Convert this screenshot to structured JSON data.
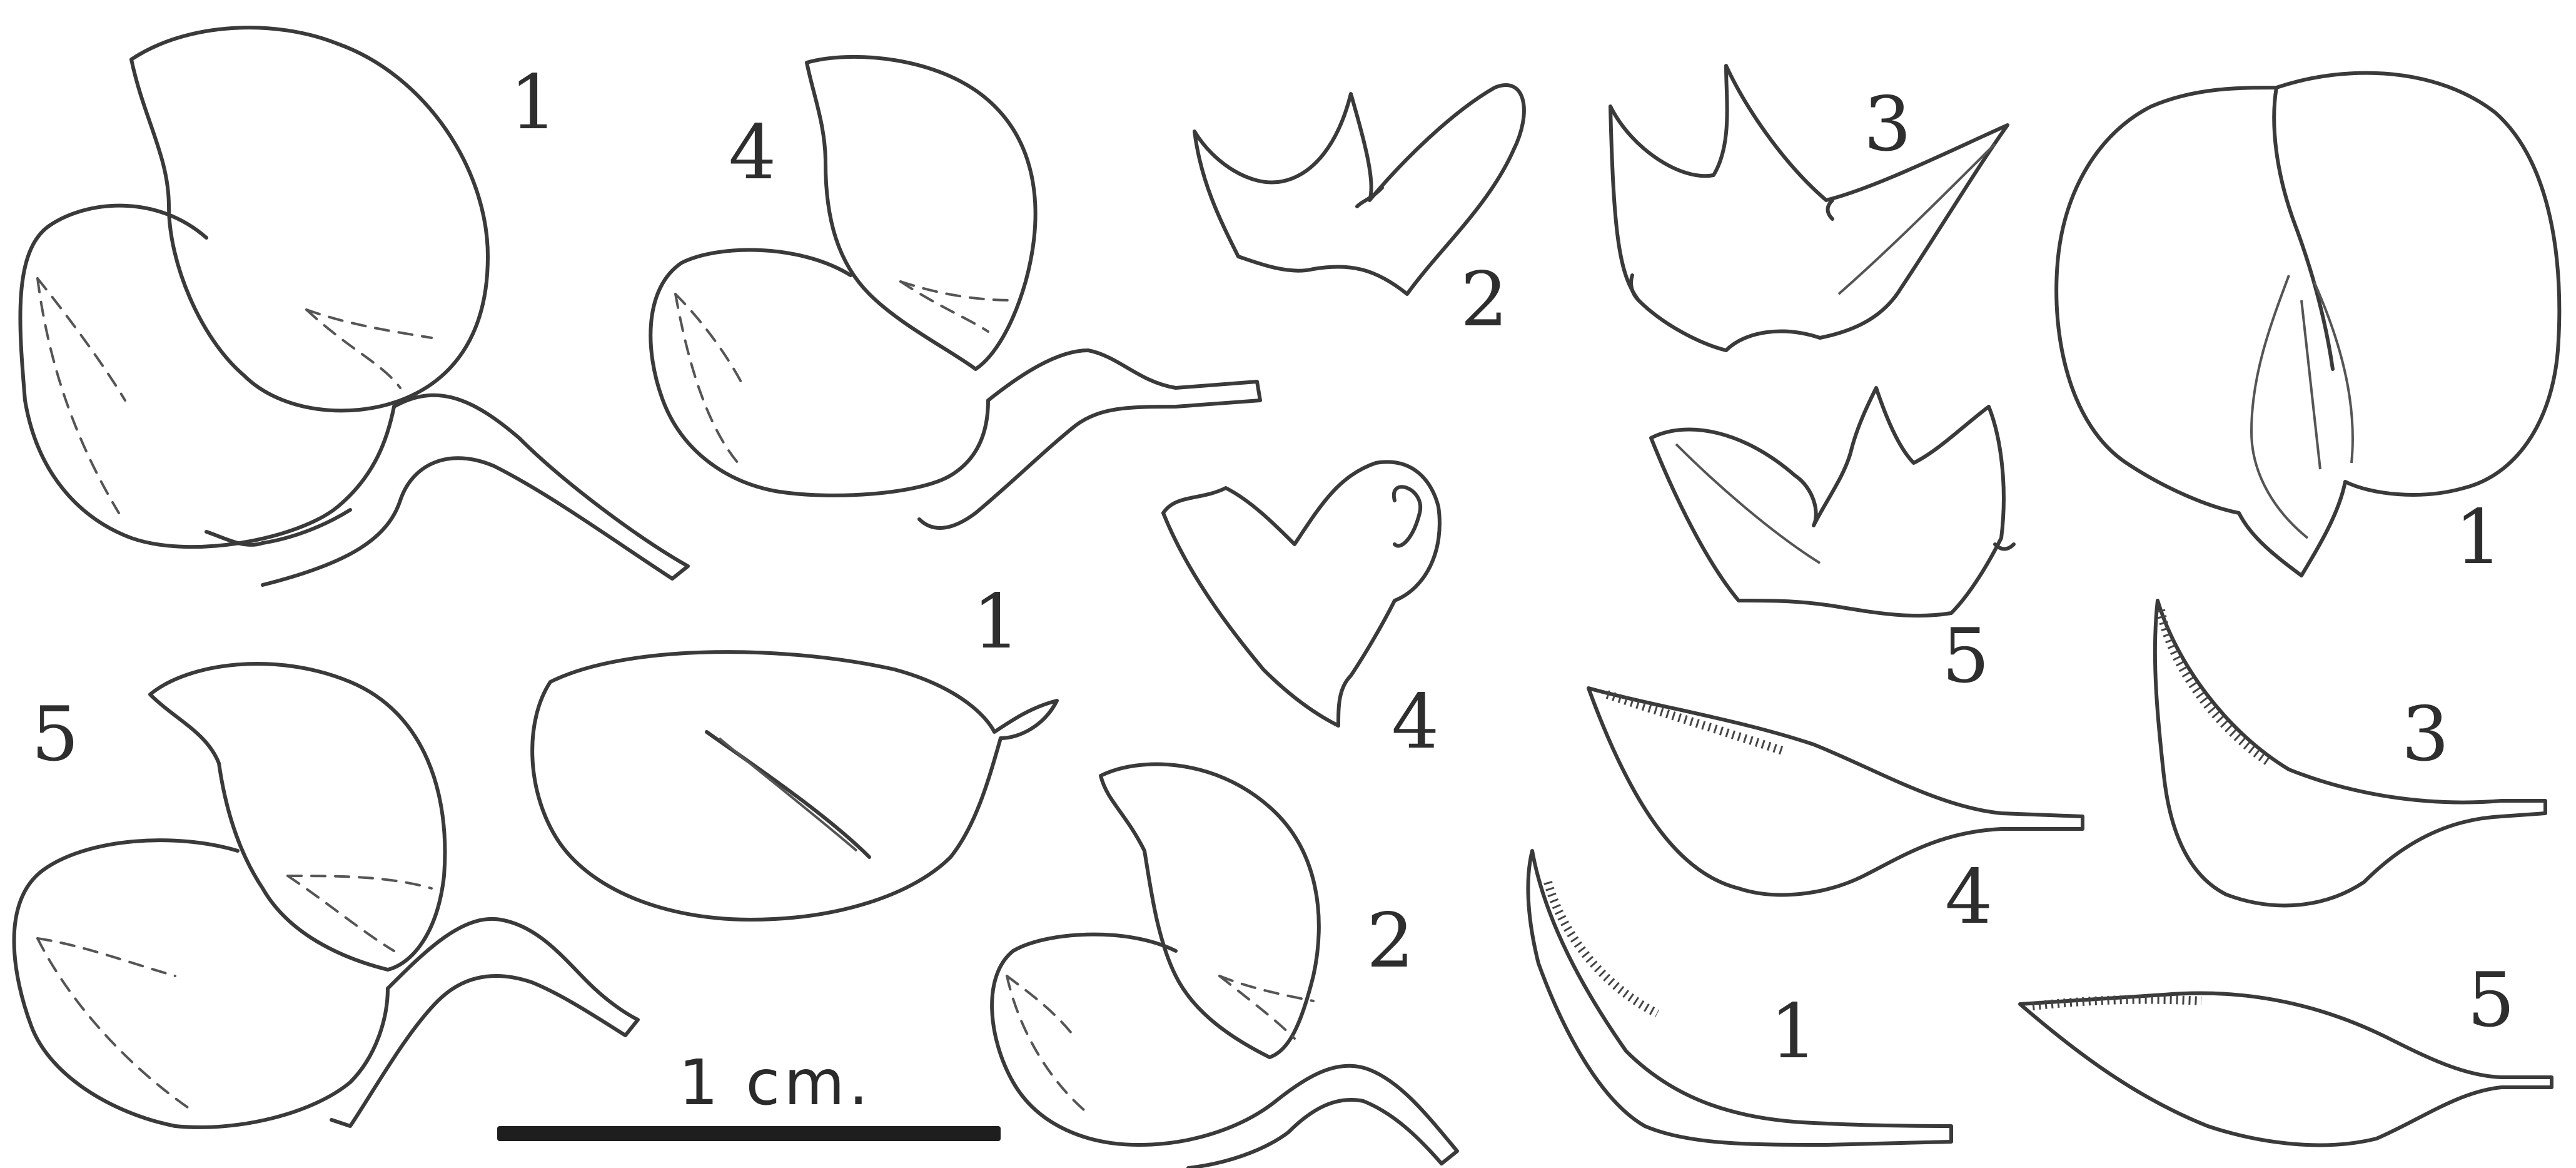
{
  "figure": {
    "labels": {
      "flower_top_left": "1",
      "flower_top_middle": "4",
      "flower_bottom_left": "5",
      "flower_bottom_middle": "2",
      "petal_center": "1",
      "keel_top_a": "2",
      "keel_top_b": "3",
      "keel_middle_a": "4",
      "keel_middle_b": "5",
      "standard_right": "1",
      "pod_3": "3",
      "pod_4": "4",
      "pod_1": "1",
      "pod_5": "5"
    },
    "scale_bar": {
      "label": "1 cm."
    }
  }
}
